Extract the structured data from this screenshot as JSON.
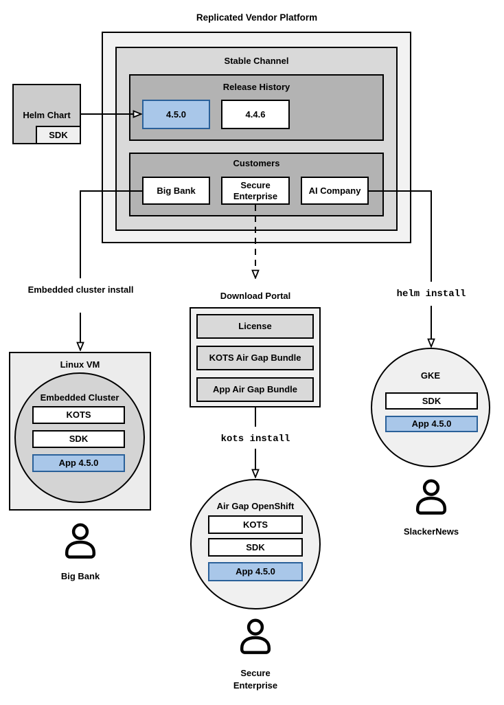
{
  "title": "Replicated Vendor Platform",
  "platform": {
    "stable_channel_label": "Stable Channel",
    "release_history": {
      "label": "Release History",
      "releases": [
        "4.5.0",
        "4.4.6"
      ]
    },
    "customers": {
      "label": "Customers",
      "items": [
        "Big Bank",
        "Secure Enterprise",
        "AI Company"
      ]
    }
  },
  "helm_chart": {
    "label": "Helm Chart",
    "sdk_label": "SDK"
  },
  "install_labels": {
    "embedded": "Embedded cluster install",
    "helm": "helm install",
    "kots": "kots install"
  },
  "download_portal": {
    "label": "Download Portal",
    "items": [
      "License",
      "KOTS Air Gap Bundle",
      "App Air Gap Bundle"
    ]
  },
  "linux_vm": {
    "label": "Linux VM",
    "embedded_cluster": {
      "label": "Embedded Cluster",
      "components": [
        "KOTS",
        "SDK",
        "App 4.5.0"
      ]
    }
  },
  "air_gap_openshift": {
    "label": "Air Gap OpenShift",
    "components": [
      "KOTS",
      "SDK",
      "App 4.5.0"
    ]
  },
  "gke": {
    "label": "GKE",
    "components": [
      "SDK",
      "App 4.5.0"
    ]
  },
  "users": {
    "big_bank": "Big Bank",
    "secure_enterprise": "Secure Enterprise",
    "slackernews": "SlackerNews"
  },
  "colors": {
    "highlight_fill": "#a9c7e9",
    "highlight_border": "#2a6099",
    "highlight_text": "#1f4e79",
    "box_border": "#000000"
  }
}
